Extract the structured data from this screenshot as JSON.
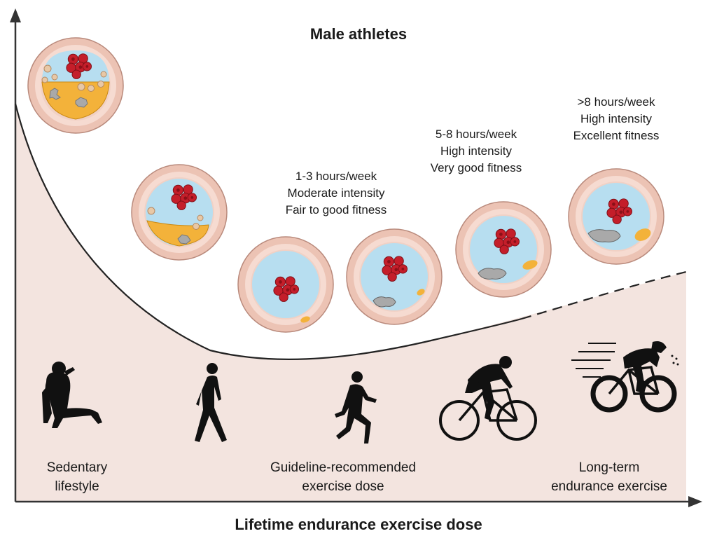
{
  "title": "Male athletes",
  "x_axis_label": "Lifetime endurance exercise dose",
  "annotations": [
    {
      "id": "dose-1-3",
      "lines": [
        "1-3 hours/week",
        "Moderate intensity",
        "Fair to good fitness"
      ]
    },
    {
      "id": "dose-5-8",
      "lines": [
        "5-8 hours/week",
        "High intensity",
        "Very good fitness"
      ]
    },
    {
      "id": "dose-8plus",
      "lines": [
        ">8 hours/week",
        "High intensity",
        "Excellent fitness"
      ]
    }
  ],
  "bottom_labels": [
    {
      "id": "sedentary",
      "lines": [
        "Sedentary",
        "lifestyle"
      ]
    },
    {
      "id": "guideline",
      "lines": [
        "Guideline-recommended",
        "exercise dose"
      ]
    },
    {
      "id": "long-term",
      "lines": [
        "Long-term",
        "endurance exercise"
      ]
    }
  ],
  "colors": {
    "background_fill": "#f3e4df",
    "artery_wall_outer": "#ecc3b4",
    "artery_wall_inner": "#f6dbd1",
    "lumen": "#b7def0",
    "blood_cells": "#c41e2a",
    "soft_plaque": "#f3b23a",
    "calcified_plaque": "#a9a9a9",
    "curve": "#222222",
    "silhouette": "#111111"
  },
  "icons": [
    "sitting-person-icon",
    "walking-person-icon",
    "running-person-icon",
    "cyclist-icon",
    "racing-cyclist-icon"
  ]
}
